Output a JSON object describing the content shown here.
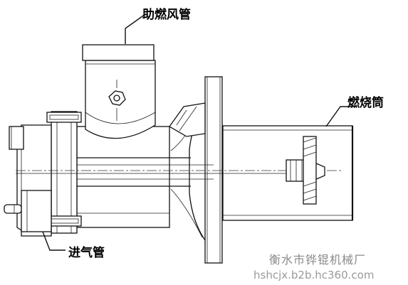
{
  "labels": {
    "air_pipe": "助燃风管",
    "combustion_tube": "燃烧筒",
    "gas_inlet": "进气管"
  },
  "watermark": {
    "company": "衡水市铧锟机械厂",
    "url": "hshcjx.b2b.hc360.com"
  }
}
